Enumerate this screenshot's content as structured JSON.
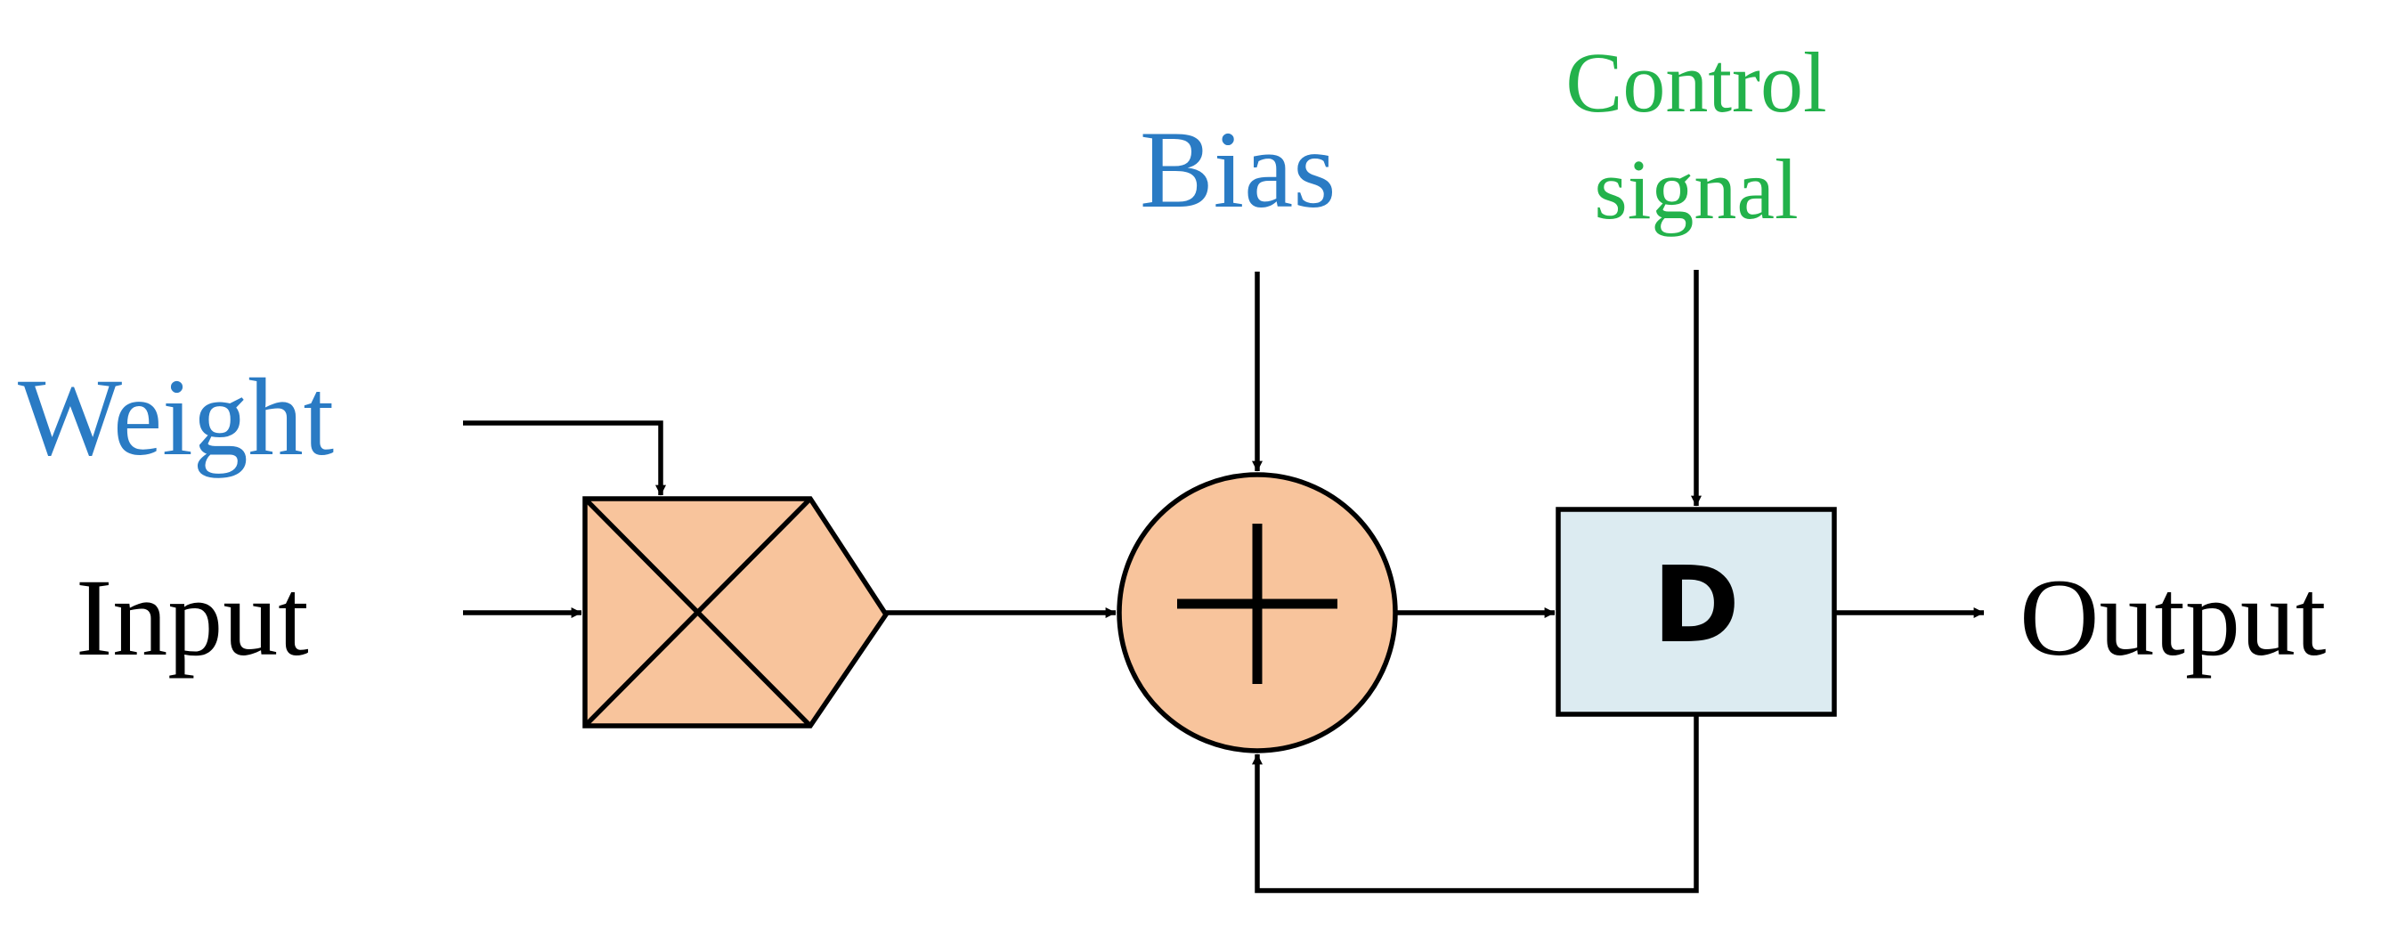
{
  "diagram": {
    "labels": {
      "weight": "Weight",
      "input": "Input",
      "bias": "Bias",
      "control_line1": "Control",
      "control_line2": "signal",
      "output": "Output",
      "delay": "D"
    },
    "colors": {
      "weight_label": "#2a7bc4",
      "bias_label": "#2a7bc4",
      "control_label": "#23b24b",
      "text_default": "#000000",
      "multiplier_fill": "#f8c49c",
      "adder_fill": "#f8c49c",
      "delay_fill": "#dcebf1",
      "line": "#000000"
    },
    "blocks": {
      "multiplier": {
        "symbol": "multiply-cross"
      },
      "adder": {
        "symbol": "plus"
      },
      "delay": {
        "symbol": "D"
      }
    }
  }
}
